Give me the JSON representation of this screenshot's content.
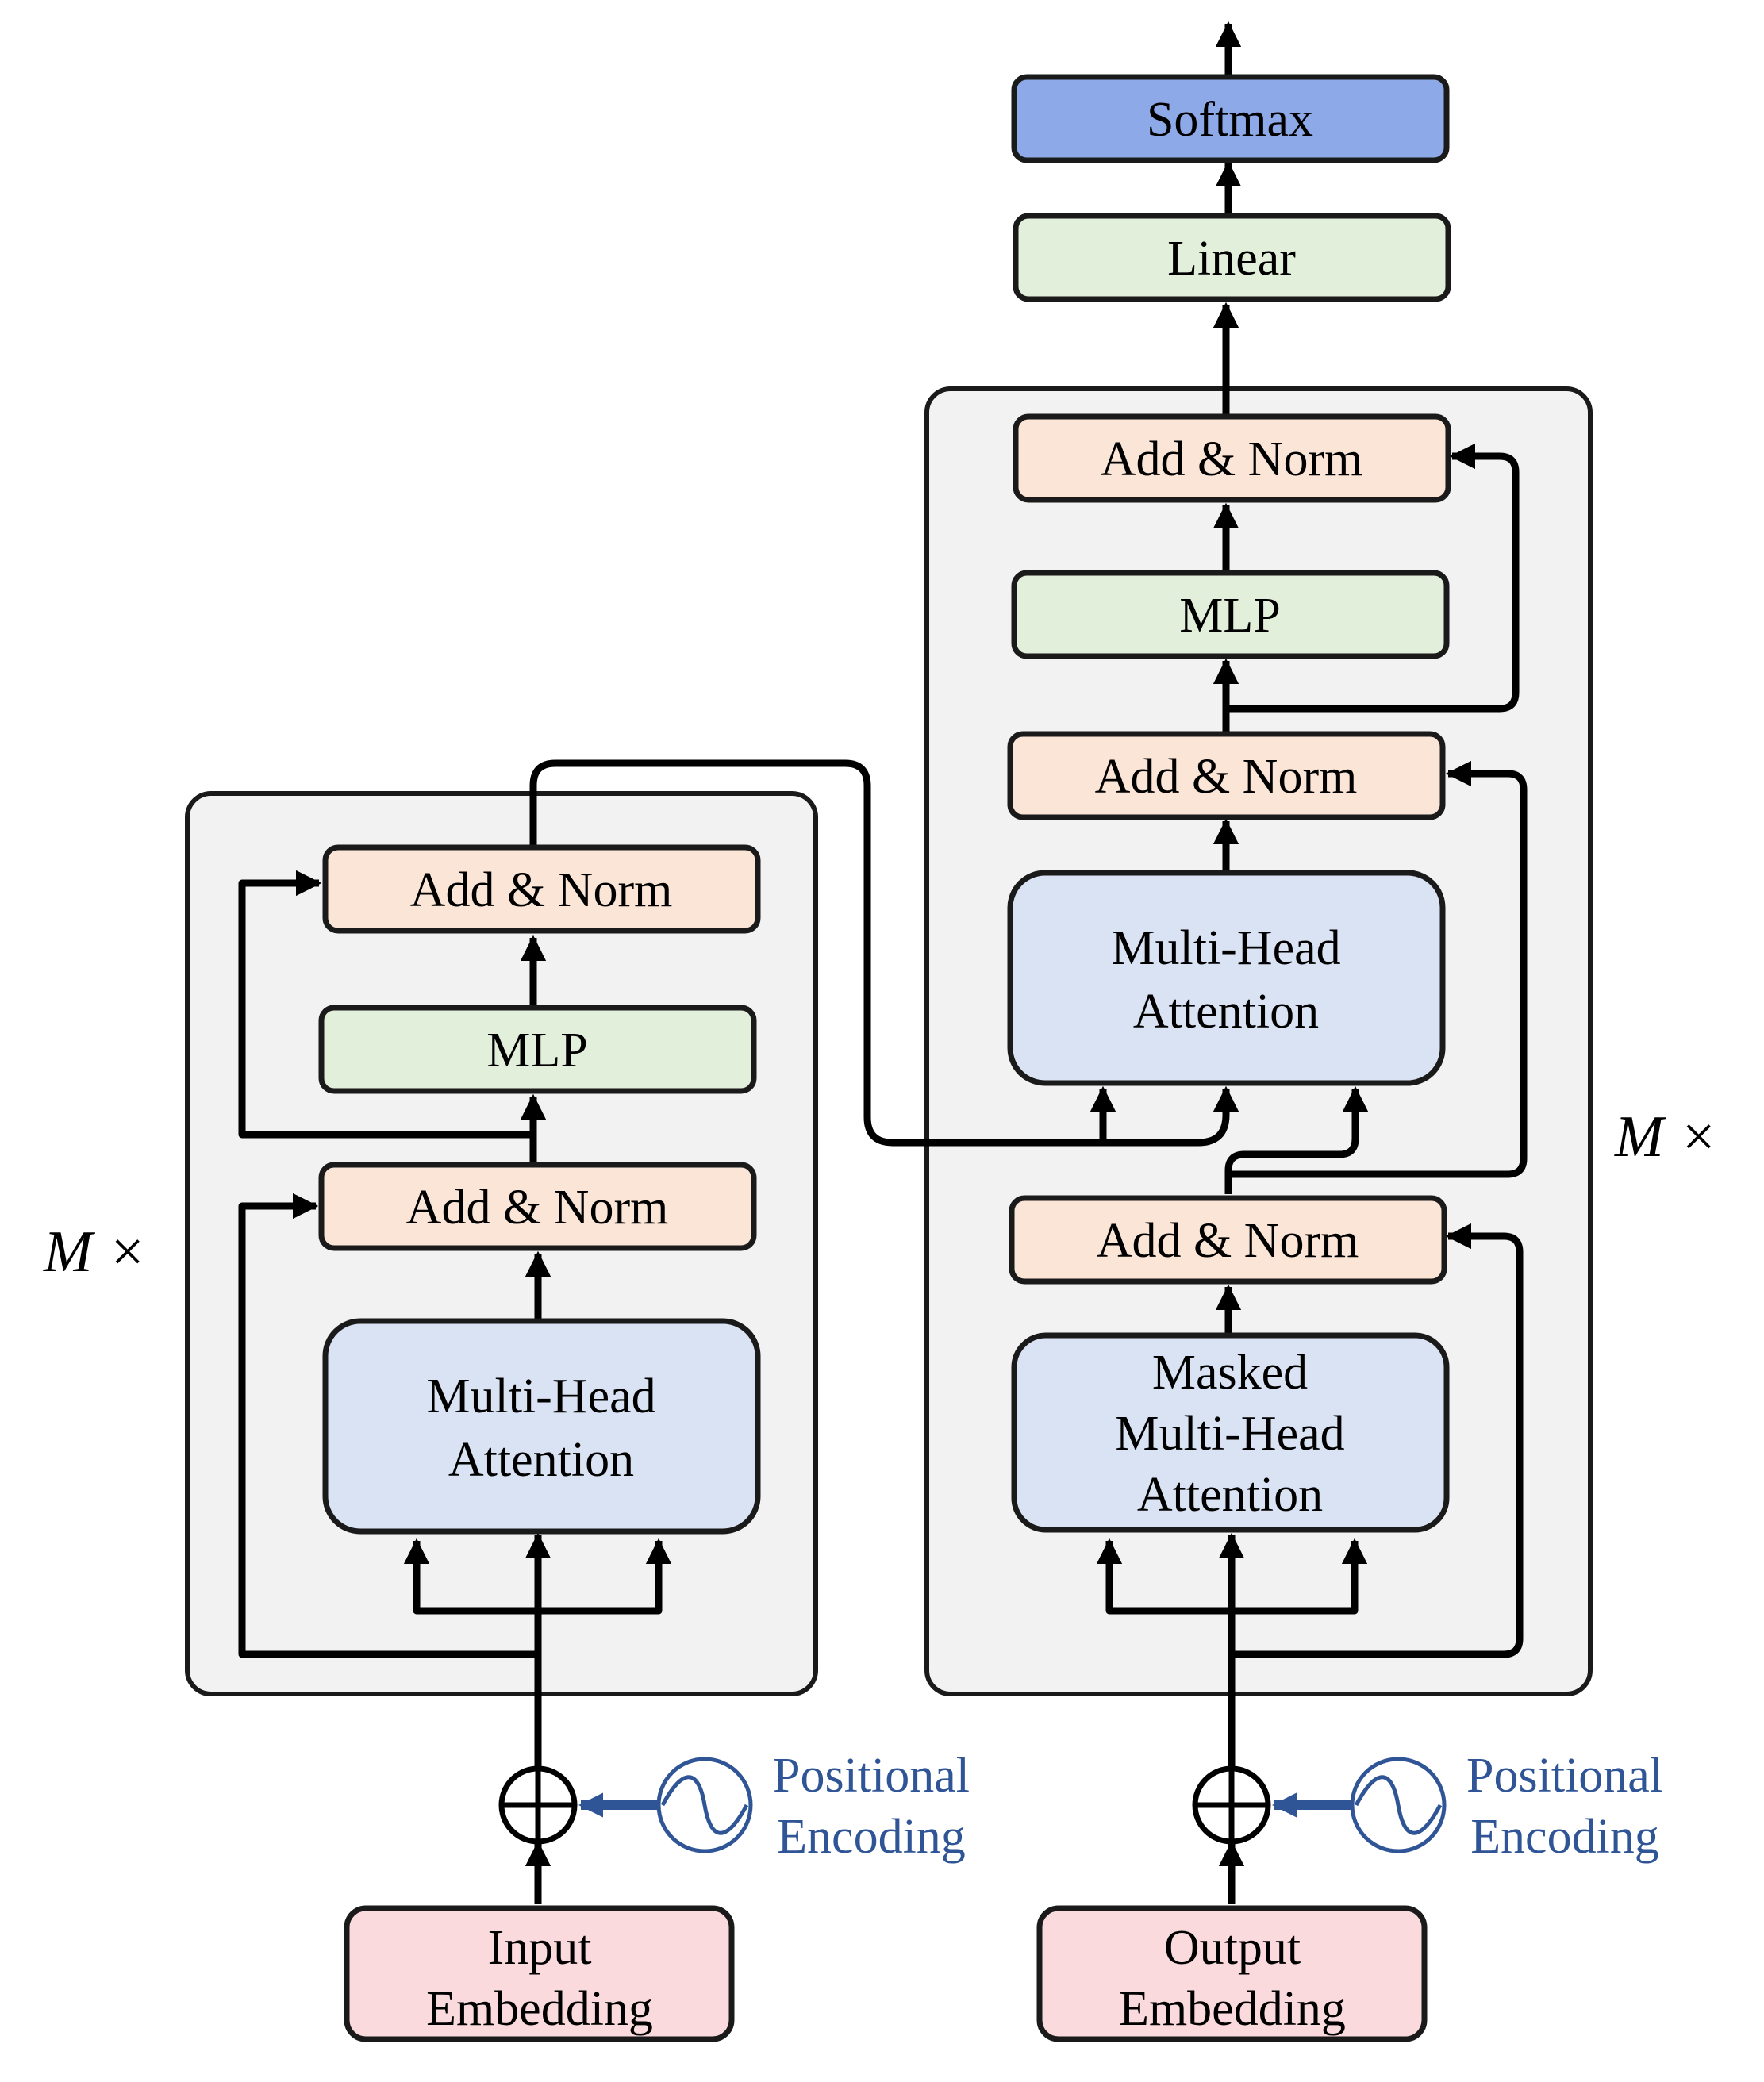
{
  "colors": {
    "norm": "#fbe5d6",
    "mlp": "#e2efda",
    "attention": "#dae3f3",
    "softmax": "#8ea9e8",
    "embedding": "#fadadd",
    "stack": "#f2f2f2",
    "positional": "#2f5597",
    "line": "#000000"
  },
  "encoder": {
    "repeat_label": "M ×",
    "embedding_label": [
      "Input",
      "Embedding"
    ],
    "positional_label": [
      "Positional",
      "Encoding"
    ],
    "attention_label": [
      "Multi-Head",
      "Attention"
    ],
    "norm1_label": "Add & Norm",
    "mlp_label": "MLP",
    "norm2_label": "Add & Norm"
  },
  "decoder": {
    "repeat_label": "M ×",
    "embedding_label": [
      "Output",
      "Embedding"
    ],
    "positional_label": [
      "Positional",
      "Encoding"
    ],
    "masked_attention_label": [
      "Masked",
      "Multi-Head",
      "Attention"
    ],
    "norm1_label": "Add & Norm",
    "cross_attention_label": [
      "Multi-Head",
      "Attention"
    ],
    "norm2_label": "Add & Norm",
    "mlp_label": "MLP",
    "norm3_label": "Add & Norm"
  },
  "head": {
    "linear_label": "Linear",
    "softmax_label": "Softmax"
  }
}
